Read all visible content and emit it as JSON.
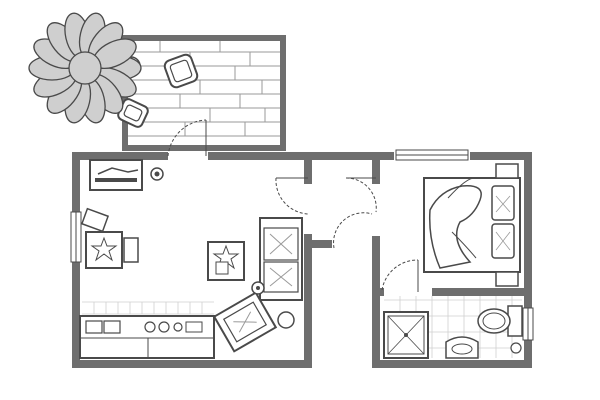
{
  "plan": {
    "colors": {
      "wall": "#6e6e6e",
      "line": "#4a4a4a",
      "thin": "#9a9a9a",
      "umbrella": "#cfcfcf",
      "deck": "#ffffff",
      "background": "#ffffff"
    },
    "rooms": [
      "terrace",
      "living-room",
      "kitchen",
      "hallway",
      "bedroom",
      "bathroom"
    ],
    "furniture": [
      "patio-umbrella",
      "lounge-chairs",
      "tv-stand",
      "floor-lamp",
      "dining-table",
      "sofa",
      "coffee-table",
      "armchair",
      "kitchen-counter",
      "double-bed",
      "nightstands",
      "wardrobe",
      "shower",
      "toilet",
      "washbasin"
    ],
    "icons": [
      "window",
      "door-swing",
      "stove",
      "sink"
    ]
  }
}
